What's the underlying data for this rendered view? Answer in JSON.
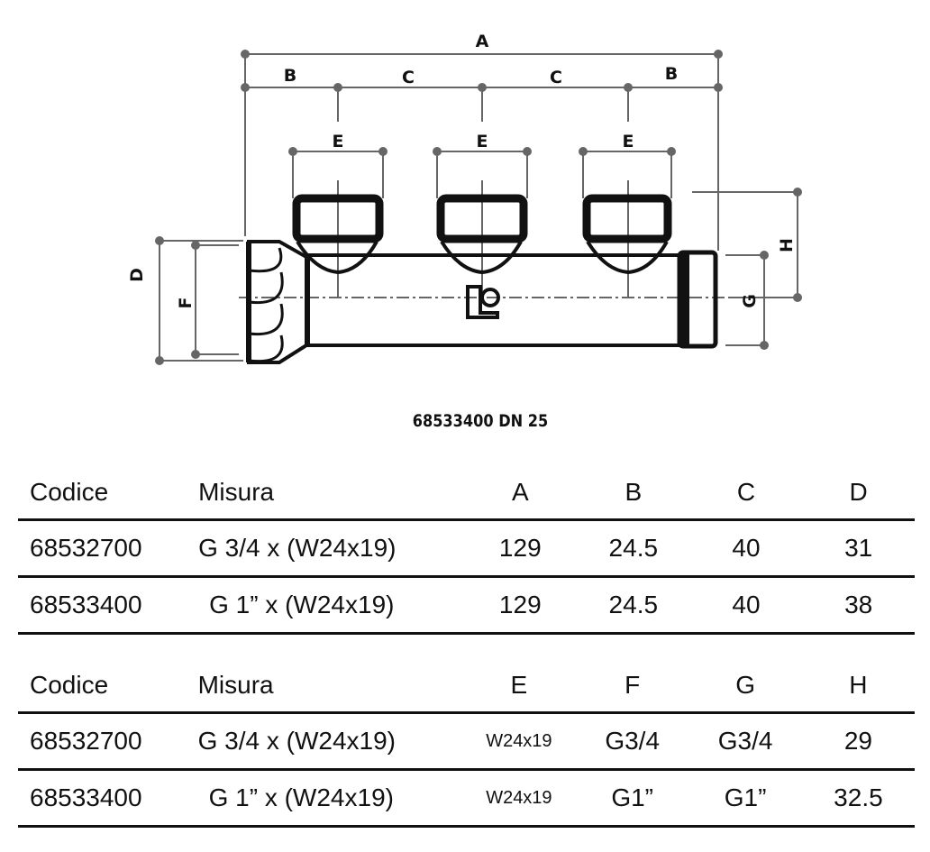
{
  "drawing": {
    "labels": {
      "A": "A",
      "B": "B",
      "C": "C",
      "E": "E",
      "D": "D",
      "F": "F",
      "G": "G",
      "H": "H"
    }
  },
  "caption": "68533400 DN 25",
  "table1": {
    "headers": [
      "Codice",
      "Misura",
      "A",
      "B",
      "C",
      "D"
    ],
    "rows": [
      [
        "68532700",
        "G 3/4 x (W24x19)",
        "129",
        "24.5",
        "40",
        "31"
      ],
      [
        "68533400",
        "G 1” x (W24x19)",
        "129",
        "24.5",
        "40",
        "38"
      ]
    ]
  },
  "table2": {
    "headers": [
      "Codice",
      "Misura",
      "E",
      "F",
      "G",
      "H"
    ],
    "rows": [
      [
        "68532700",
        "G 3/4 x (W24x19)",
        "W24x19",
        "G3/4",
        "G3/4",
        "29"
      ],
      [
        "68533400",
        "G 1” x (W24x19)",
        "W24x19",
        "G1”",
        "G1”",
        "32.5"
      ]
    ]
  }
}
